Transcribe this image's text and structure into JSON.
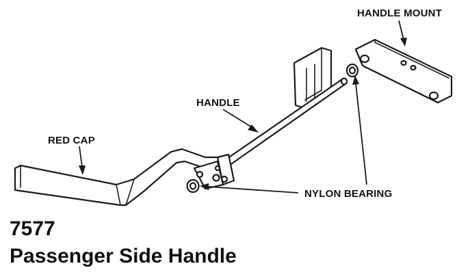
{
  "labels": {
    "handle_mount": "HANDLE MOUNT",
    "handle": "HANDLE",
    "red_cap": "RED CAP",
    "nylon_bearing": "NYLON BEARING"
  },
  "caption": {
    "part_number": "7577",
    "part_name": "Passenger Side Handle"
  }
}
